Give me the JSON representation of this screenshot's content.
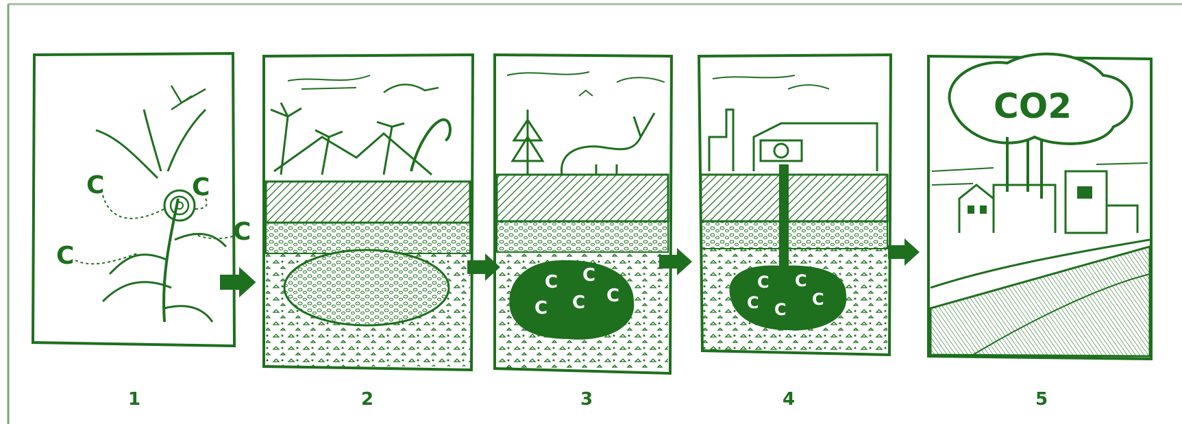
{
  "colors": {
    "ink": "#1e6f1e",
    "frame": "#7aa77a",
    "fill": "#1e6f1e",
    "background": "#ffffff"
  },
  "panels": [
    {
      "number": "1"
    },
    {
      "number": "2"
    },
    {
      "number": "3"
    },
    {
      "number": "4"
    },
    {
      "number": "5"
    }
  ],
  "carbon_symbol": "C",
  "co2_label": "CO2"
}
